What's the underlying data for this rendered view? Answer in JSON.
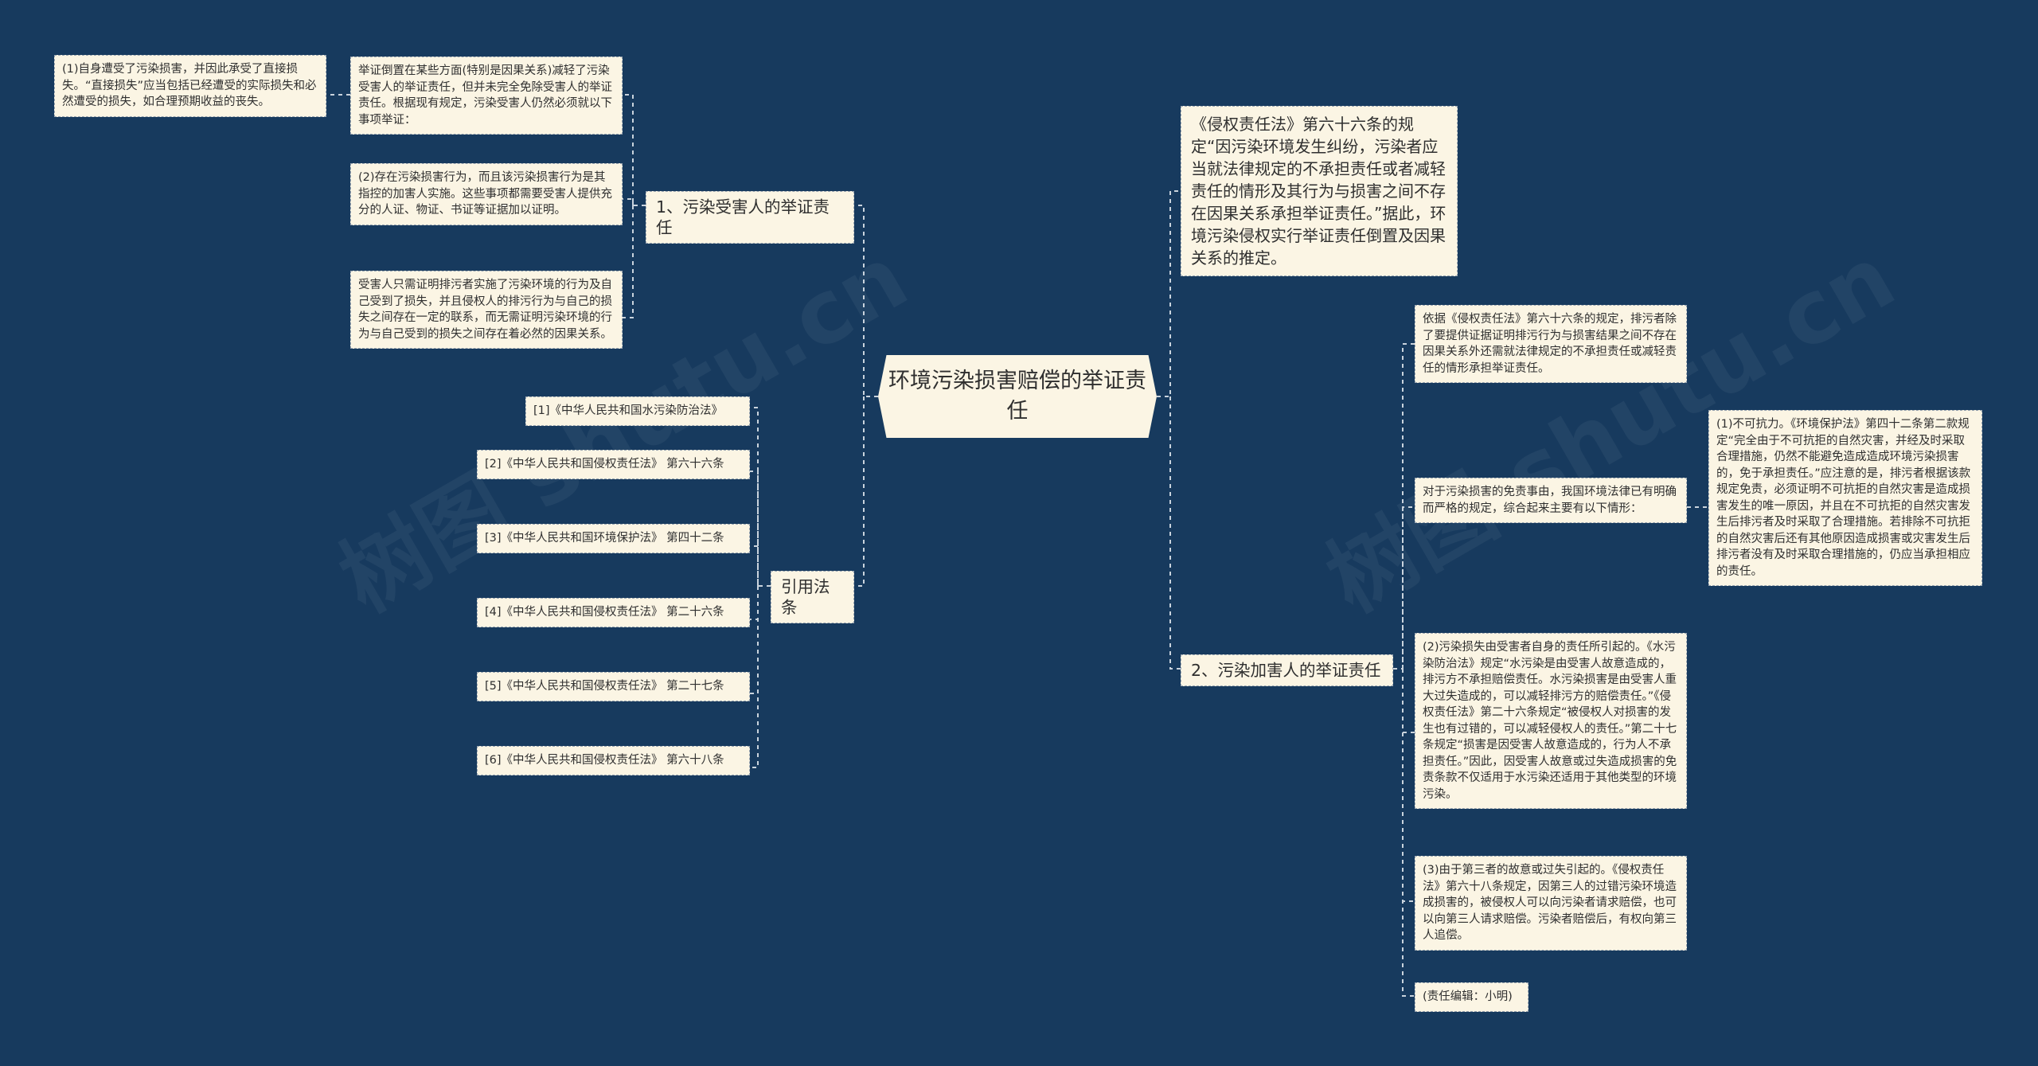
{
  "central": "环境污染损害赔偿的举证责任",
  "left": {
    "branch1": {
      "label": "1、污染受害人的举证责任",
      "intro": "举证倒置在某些方面(特别是因果关系)减轻了污染受害人的举证责任，但并未完全免除受害人的举证责任。根据现有规定，污染受害人仍然必须就以下事项举证：",
      "intro_child": "(1)自身遭受了污染损害，并因此承受了直接损失。“直接损失”应当包括已经遭受的实际损失和必然遭受的损失，如合理预期收益的丧失。",
      "item2": "(2)存在污染损害行为，而且该污染损害行为是其指控的加害人实施。这些事项都需要受害人提供充分的人证、物证、书证等证据加以证明。",
      "item3": "受害人只需证明排污者实施了污染环境的行为及自己受到了损失，并且侵权人的排污行为与自己的损失之间存在一定的联系，而无需证明污染环境的行为与自己受到的损失之间存在着必然的因果关系。"
    },
    "citations": {
      "label": "引用法条",
      "items": [
        "[1]《中华人民共和国水污染防治法》",
        "[2]《中华人民共和国侵权责任法》 第六十六条",
        "[3]《中华人民共和国环境保护法》 第四十二条",
        "[4]《中华人民共和国侵权责任法》 第二十六条",
        "[5]《中华人民共和国侵权责任法》 第二十七条",
        "[6]《中华人民共和国侵权责任法》 第六十八条"
      ]
    }
  },
  "right": {
    "top": "《侵权责任法》第六十六条的规定“因污染环境发生纠纷，污染者应当就法律规定的不承担责任或者减轻责任的情形及其行为与损害之间不存在因果关系承担举证责任。”据此，环境污染侵权实行举证责任倒置及因果关系的推定。",
    "branch2": {
      "label": "2、污染加害人的举证责任",
      "item_a": "依据《侵权责任法》第六十六条的规定，排污者除了要提供证据证明排污行为与损害结果之间不存在因果关系外还需就法律规定的不承担责任或减轻责任的情形承担举证责任。",
      "item_b": "对于污染损害的免责事由，我国环境法律已有明确而严格的规定，综合起来主要有以下情形：",
      "item_b_child": "(1)不可抗力。《环境保护法》第四十二条第二款规定“完全由于不可抗拒的自然灾害，并经及时采取合理措施，仍然不能避免造成造成环境污染损害的，免于承担责任。”应注意的是，排污者根据该款规定免责，必须证明不可抗拒的自然灾害是造成损害发生的唯一原因，并且在不可抗拒的自然灾害发生后排污者及时采取了合理措施。若排除不可抗拒的自然灾害后还有其他原因造成损害或灾害发生后排污者没有及时采取合理措施的，仍应当承担相应的责任。",
      "item_c": "(2)污染损失由受害者自身的责任所引起的。《水污染防治法》规定“水污染是由受害人故意造成的，排污方不承担赔偿责任。水污染损害是由受害人重大过失造成的，可以减轻排污方的赔偿责任。”《侵权责任法》第二十六条规定“被侵权人对损害的发生也有过错的，可以减轻侵权人的责任。”第二十七条规定“损害是因受害人故意造成的，行为人不承担责任。”因此，因受害人故意或过失造成损害的免责条款不仅适用于水污染还适用于其他类型的环境污染。",
      "item_d": "(3)由于第三者的故意或过失引起的。《侵权责任法》第六十八条规定，因第三人的过错污染环境造成损害的，被侵权人可以向污染者请求赔偿，也可以向第三人请求赔偿。污染者赔偿后，有权向第三人追偿。",
      "item_e": "(责任编辑：小明)"
    }
  }
}
